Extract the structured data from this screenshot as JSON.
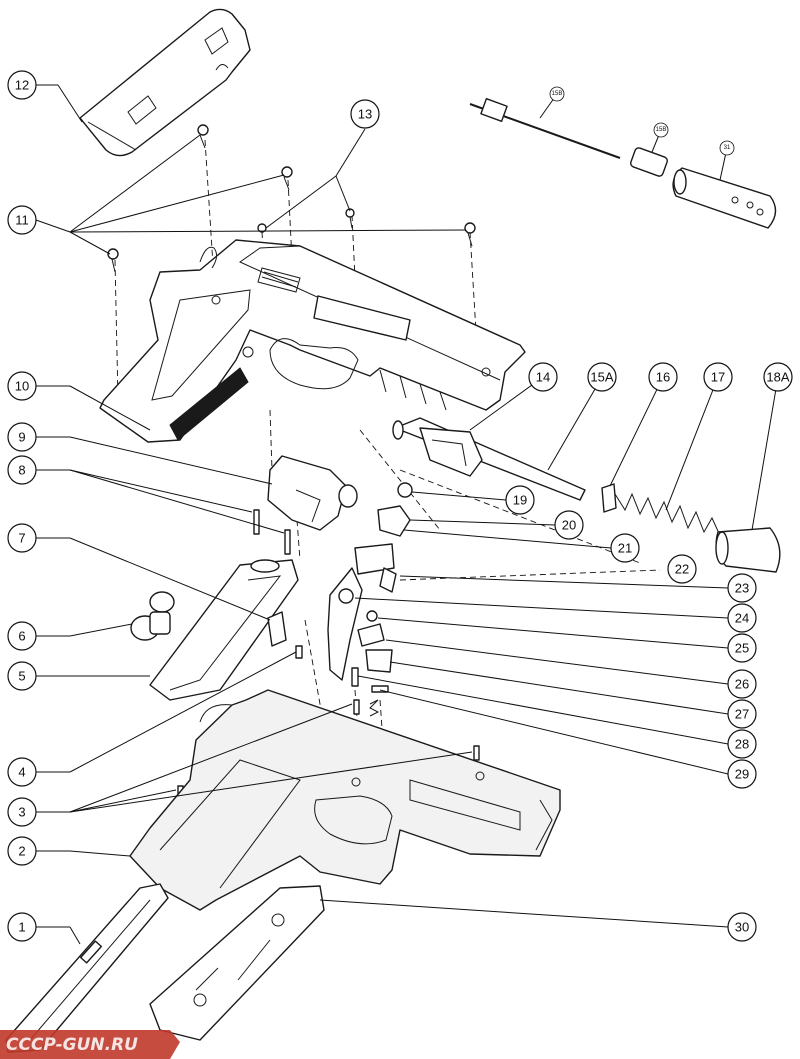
{
  "callouts": {
    "c1": "1",
    "c2": "2",
    "c3": "3",
    "c4": "4",
    "c5": "5",
    "c6": "6",
    "c7": "7",
    "c8": "8",
    "c9": "9",
    "c10": "10",
    "c11": "11",
    "c12": "12",
    "c13": "13",
    "c14": "14",
    "c15A": "15A",
    "c15B_a": "15B",
    "c15B_b": "15B",
    "c16": "16",
    "c17": "17",
    "c18A": "18A",
    "c19": "19",
    "c20": "20",
    "c21": "21",
    "c22": "22",
    "c23": "23",
    "c24": "24",
    "c25": "25",
    "c26": "26",
    "c27": "27",
    "c28": "28",
    "c29": "29",
    "c30": "30",
    "c31": "31"
  },
  "watermark": {
    "text": "CCCP-GUN.RU",
    "color": "#c0392b"
  },
  "colors": {
    "line": "#1a1a1a",
    "background": "#ffffff"
  }
}
